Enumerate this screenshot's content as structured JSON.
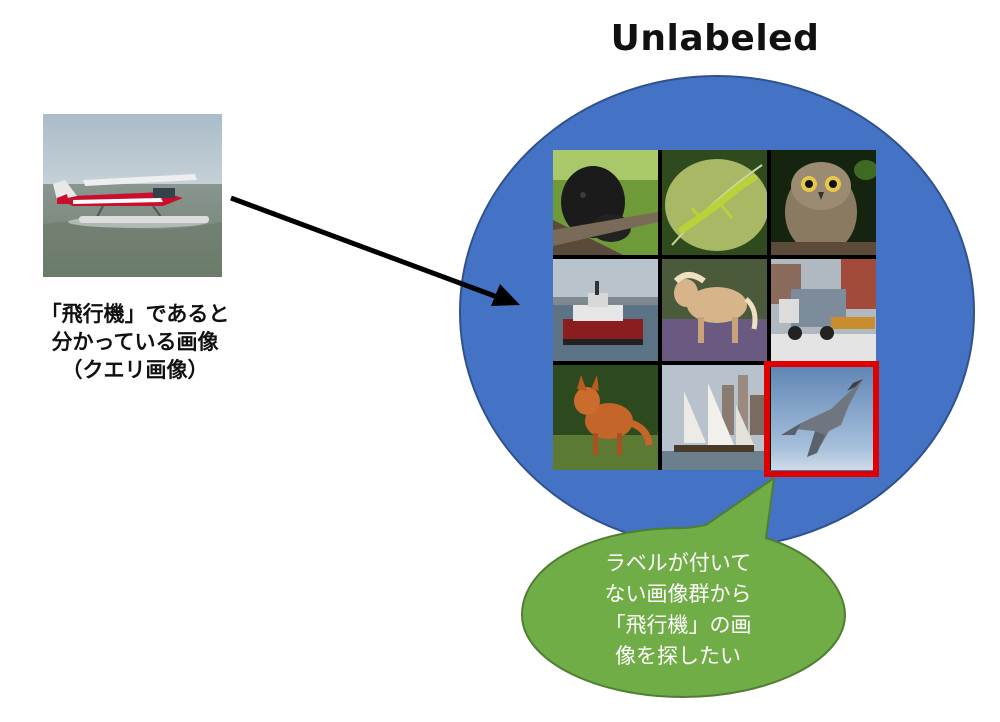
{
  "title": "Unlabeled",
  "query": {
    "caption_lines": [
      "「飛行機」であると",
      "分かっている画像",
      "（クエリ画像）"
    ]
  },
  "bubble": {
    "lines": [
      "ラベルが付いて",
      "ない画像群から",
      "「飛行機」の画",
      "像を探したい"
    ]
  },
  "grid": {
    "tiles": [
      "dog",
      "lizard",
      "owl",
      "ship",
      "horse",
      "truck",
      "fox",
      "sailboat",
      "jet"
    ],
    "highlight": "jet"
  },
  "colors": {
    "circle": "#4472C4",
    "circle_stroke": "#2F528F",
    "bubble": "#70AD47",
    "bubble_stroke": "#507E32",
    "highlight": "#E00000",
    "arrow": "#000000"
  }
}
